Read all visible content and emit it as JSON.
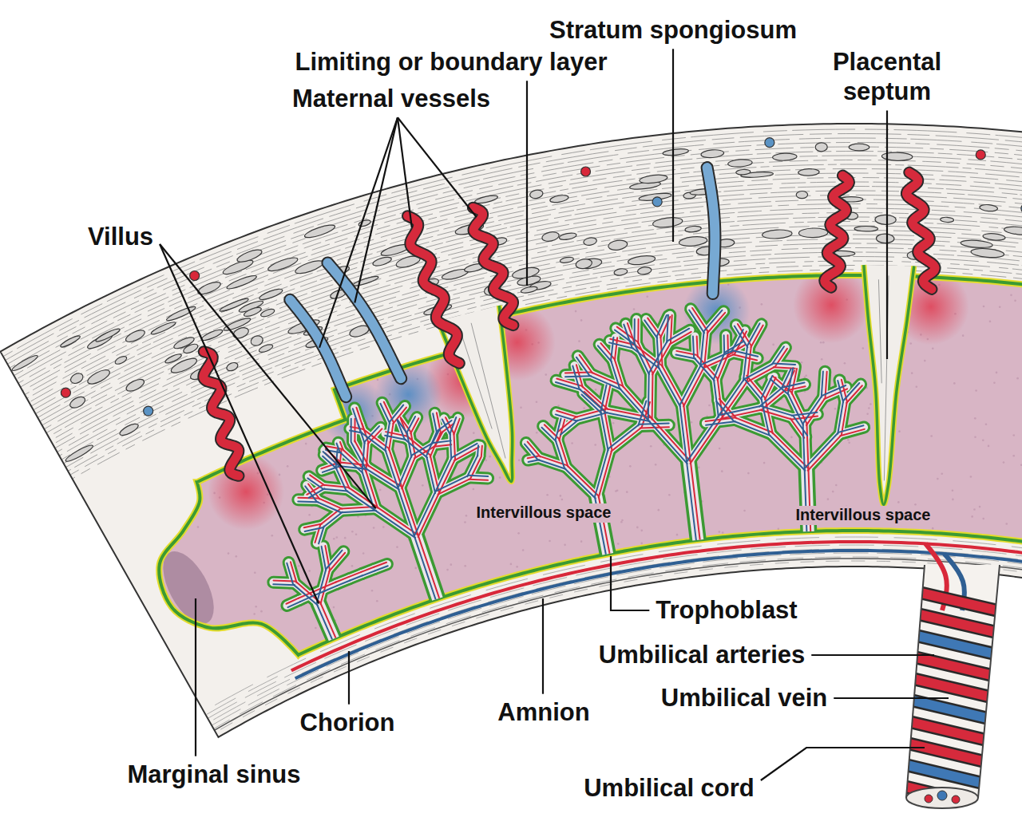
{
  "diagram": {
    "labels": [
      "Stratum spongiosum",
      "Limiting or boundary layer",
      "Maternal vessels",
      "Placental septum",
      "Villus",
      "Intervillous space",
      "Intervillous space",
      "Trophoblast",
      "Umbilical arteries",
      "Umbilical vein",
      "Umbilical cord",
      "Chorion",
      "Amnion",
      "Marginal sinus"
    ]
  }
}
